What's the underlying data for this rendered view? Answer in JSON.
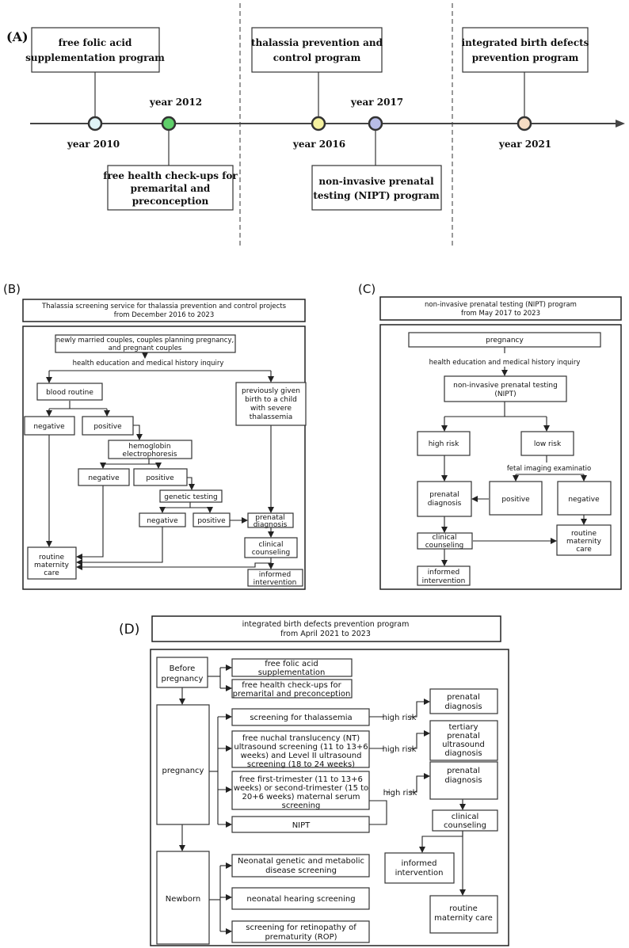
{
  "panelA": {
    "label": "(A)",
    "box1": [
      "free folic acid",
      "supplementation program"
    ],
    "box2": [
      "thalassia prevention and",
      "control program"
    ],
    "box3": [
      "integrated birth defects",
      "prevention program"
    ],
    "box4": [
      "free health check-ups for",
      "premarital and",
      "preconception"
    ],
    "box5": [
      "non-invasive prenatal",
      "testing (NIPT) program"
    ],
    "years": [
      "year 2010",
      "year 2012",
      "year 2016",
      "year 2017",
      "year 2021"
    ],
    "colors": [
      "#dff3f6",
      "#5fcf6a",
      "#f6f2a0",
      "#b8bde8",
      "#f6dcc4"
    ]
  },
  "panelB": {
    "label": "(B)",
    "title": [
      "Thalassia screening service for thalassia prevention and control projects",
      "from December 2016 to 2023"
    ],
    "couples": [
      "newly married couples, couples planning pregnancy,",
      "and pregnant couples"
    ],
    "health": "health education and medical history inquiry",
    "blood": "blood routine",
    "previously": [
      "previously given",
      "birth to a child",
      "with severe",
      "thalassemia"
    ],
    "negative": "negative",
    "positive": "positive",
    "hemo": [
      "hemoglobin",
      "electrophoresis"
    ],
    "genetic": "genetic testing",
    "prenatal": [
      "prenatal",
      "diagnosis"
    ],
    "clinical": [
      "clinical",
      "counseling"
    ],
    "informed": [
      "informed",
      "intervention"
    ],
    "routine": [
      "routine",
      "maternity",
      "care"
    ]
  },
  "panelC": {
    "label": "(C)",
    "title": [
      "non-invasive prenatal testing (NIPT) program",
      "from May 2017 to 2023"
    ],
    "pregnancy": "pregnancy",
    "health": "health education and medical history inquiry",
    "nipt": [
      "non-invasive prenatal testing",
      "(NIPT)"
    ],
    "high": "high risk",
    "low": "low risk",
    "fetal": "fetal imaging examinatio",
    "prenatal": [
      "prenatal",
      "diagnosis"
    ],
    "positive": "positive",
    "negative": "negative",
    "clinical": [
      "clinical",
      "counseling"
    ],
    "routine": [
      "routine",
      "maternity",
      "care"
    ],
    "informed": [
      "informed",
      "intervention"
    ]
  },
  "panelD": {
    "label": "(D)",
    "title": [
      "integrated birth defects prevention program",
      "from April 2021 to 2023"
    ],
    "before": [
      "Before",
      "pregnancy"
    ],
    "folic": [
      "free folic acid",
      "supplementation"
    ],
    "checkups": [
      "free health check-ups for",
      "premarital and preconception"
    ],
    "pregnancy": "pregnancy",
    "thal": "screening for thalassemia",
    "nt": [
      "free nuchal translucency (NT)",
      "ultrasound screening (11 to 13+6",
      "weeks) and Level II ultrasound",
      "screening (18 to 24 weeks)"
    ],
    "serum": [
      "free first-trimester (11 to 13+6",
      "weeks) or second-trimester (15 to",
      "20+6 weeks) maternal serum",
      "screening"
    ],
    "nipt": "NIPT",
    "high": "high risk",
    "prenatal": [
      "prenatal",
      "diagnosis"
    ],
    "tertiary": [
      "tertiary",
      "prenatal",
      "ultrasound",
      "diagnosis"
    ],
    "clinical": [
      "clinical",
      "counseling"
    ],
    "informed": [
      "informed",
      "intervention"
    ],
    "routine": [
      "routine",
      "maternity  care"
    ],
    "newborn": "Newborn",
    "genetic": [
      "Neonatal genetic and metabolic",
      "disease screening"
    ],
    "hearing": "neonatal hearing screening",
    "rop": [
      "screening for retinopathy of",
      "prematurity (ROP)"
    ]
  }
}
